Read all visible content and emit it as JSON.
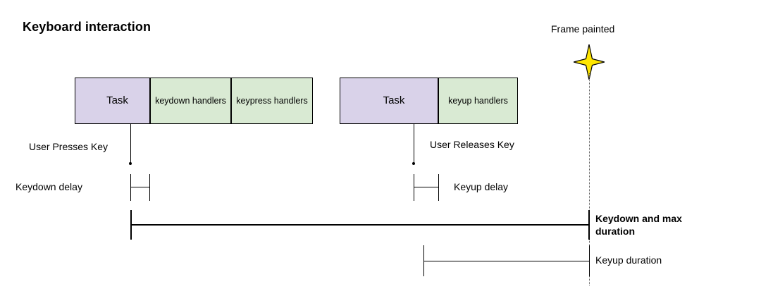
{
  "diagram": {
    "title": "Keyboard interaction",
    "colors": {
      "task_fill": "#d9d2e9",
      "handler_fill": "#d9ead3",
      "stroke": "#000000",
      "star_fill": "#ffe600",
      "guide_line": "#555555"
    },
    "frame_marker": {
      "label": "Frame painted",
      "icon": "four-point-star-icon"
    },
    "tracks": [
      {
        "name": "keydown-track",
        "cells": [
          {
            "label": "Task",
            "kind": "task"
          },
          {
            "label": "keydown handlers",
            "kind": "handler"
          },
          {
            "label": "keypress handlers",
            "kind": "handler"
          }
        ]
      },
      {
        "name": "keyup-track",
        "cells": [
          {
            "label": "Task",
            "kind": "task"
          },
          {
            "label": "keyup handlers",
            "kind": "handler"
          }
        ]
      }
    ],
    "events": [
      {
        "label": "User Presses Key"
      },
      {
        "label": "User Releases Key"
      }
    ],
    "measures": [
      {
        "label": "Keydown delay",
        "bold": false
      },
      {
        "label": "Keyup delay",
        "bold": false
      },
      {
        "label": "Keydown and max duration",
        "bold": true
      },
      {
        "label": "Keyup duration",
        "bold": false
      }
    ]
  }
}
